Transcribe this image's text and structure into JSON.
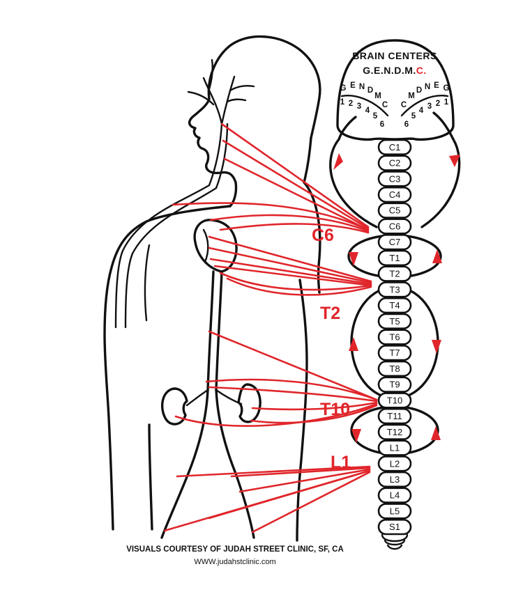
{
  "colors": {
    "accent_red": "#e0262b",
    "line_black": "#111111",
    "background": "#ffffff"
  },
  "brain": {
    "title": "BRAIN CENTERS",
    "subtitle_black": "G.E.N.D.M.",
    "subtitle_red": "C.",
    "left_letters": [
      "G",
      "E",
      "N",
      "D",
      "M",
      "C"
    ],
    "left_numbers": [
      "1",
      "2",
      "3",
      "4",
      "5",
      "6"
    ],
    "right_letters": [
      "C",
      "M",
      "D",
      "N",
      "E",
      "G"
    ],
    "right_numbers": [
      "6",
      "5",
      "4",
      "3",
      "2",
      "1"
    ]
  },
  "vertebrae": [
    "C1",
    "C2",
    "C3",
    "C4",
    "C5",
    "C6",
    "C7",
    "T1",
    "T2",
    "T3",
    "T4",
    "T5",
    "T6",
    "T7",
    "T8",
    "T9",
    "T10",
    "T11",
    "T12",
    "L1",
    "L2",
    "L3",
    "L4",
    "L5",
    "S1"
  ],
  "level_labels": {
    "c6": "C6",
    "t2": "T2",
    "t10": "T10",
    "l1": "L1"
  },
  "credit": {
    "line": "VISUALS COURTESY OF JUDAH STREET CLINIC, SF, CA",
    "url": "WWW.judahstclinic.com"
  }
}
